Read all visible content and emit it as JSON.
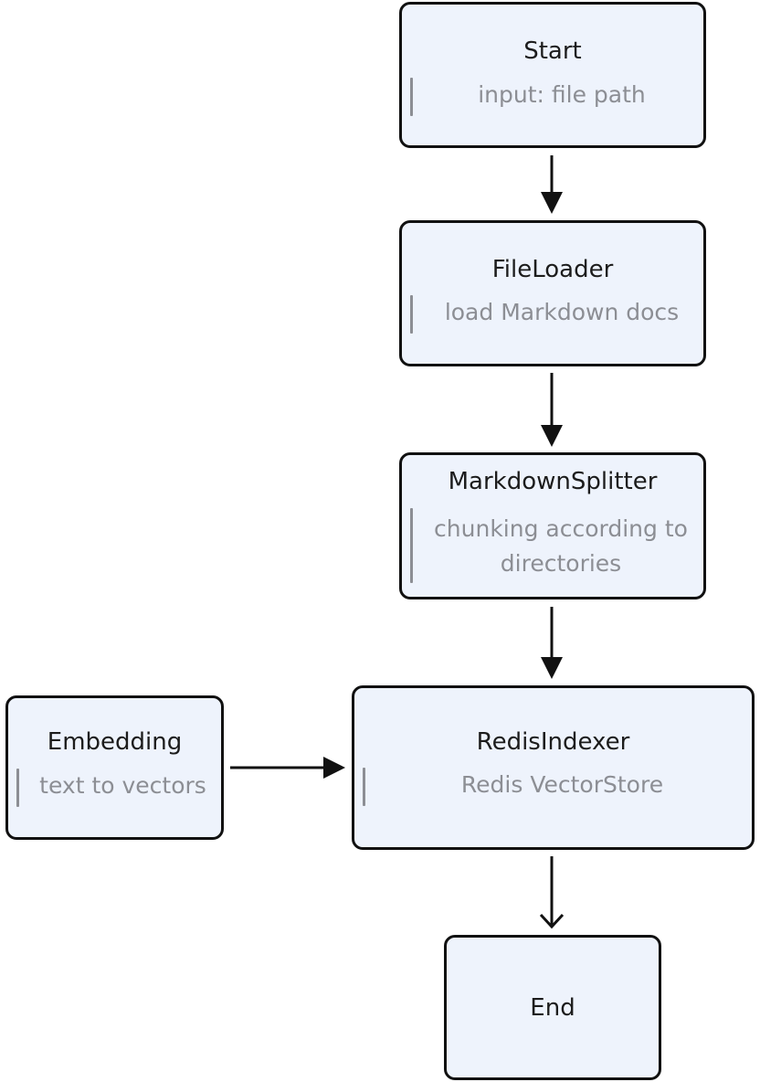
{
  "diagram": {
    "nodes": {
      "start": {
        "title": "Start",
        "desc": "input: file path"
      },
      "fileloader": {
        "title": "FileLoader",
        "desc": "load Markdown docs"
      },
      "markdownsplitter": {
        "title": "MarkdownSplitter",
        "desc": "chunking according to directories"
      },
      "redisindexer": {
        "title": "RedisIndexer",
        "desc": "Redis VectorStore"
      },
      "embedding": {
        "title": "Embedding",
        "desc": "text to vectors"
      },
      "end": {
        "title": "End"
      }
    },
    "edges": [
      {
        "from": "Start",
        "to": "FileLoader",
        "style": "filled"
      },
      {
        "from": "FileLoader",
        "to": "MarkdownSplitter",
        "style": "filled"
      },
      {
        "from": "MarkdownSplitter",
        "to": "RedisIndexer",
        "style": "filled"
      },
      {
        "from": "Embedding",
        "to": "RedisIndexer",
        "style": "filled"
      },
      {
        "from": "RedisIndexer",
        "to": "End",
        "style": "open"
      }
    ],
    "colors": {
      "node_fill": "#eef3fc",
      "node_border": "#111111",
      "title_text": "#1c1c1c",
      "desc_text": "#8c8e94",
      "edge": "#111111"
    }
  }
}
